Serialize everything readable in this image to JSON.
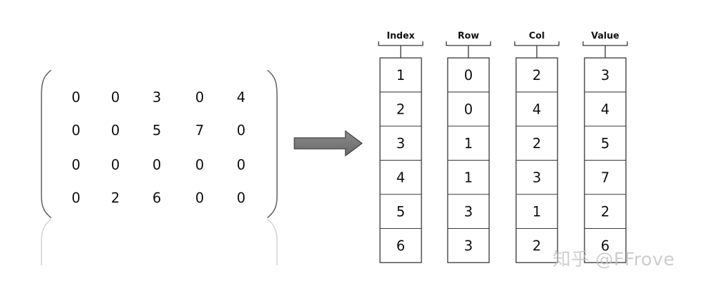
{
  "matrix": {
    "rows": [
      [
        "0",
        "0",
        "3",
        "0",
        "4"
      ],
      [
        "0",
        "0",
        "5",
        "7",
        "0"
      ],
      [
        "0",
        "0",
        "0",
        "0",
        "0"
      ],
      [
        "0",
        "2",
        "6",
        "0",
        "0"
      ]
    ]
  },
  "table": {
    "columns": [
      {
        "header": "Index",
        "values": [
          "1",
          "2",
          "3",
          "4",
          "5",
          "6"
        ]
      },
      {
        "header": "Row",
        "values": [
          "0",
          "0",
          "1",
          "1",
          "3",
          "3"
        ]
      },
      {
        "header": "Col",
        "values": [
          "2",
          "4",
          "2",
          "3",
          "1",
          "2"
        ]
      },
      {
        "header": "Value",
        "values": [
          "3",
          "4",
          "5",
          "7",
          "2",
          "6"
        ]
      }
    ]
  },
  "watermark": "知乎 @FFrove",
  "colors": {
    "arrow_fill": "#7a7a7a",
    "arrow_stroke": "#444444",
    "cell_border": "#333333",
    "bracket": "#666666"
  }
}
